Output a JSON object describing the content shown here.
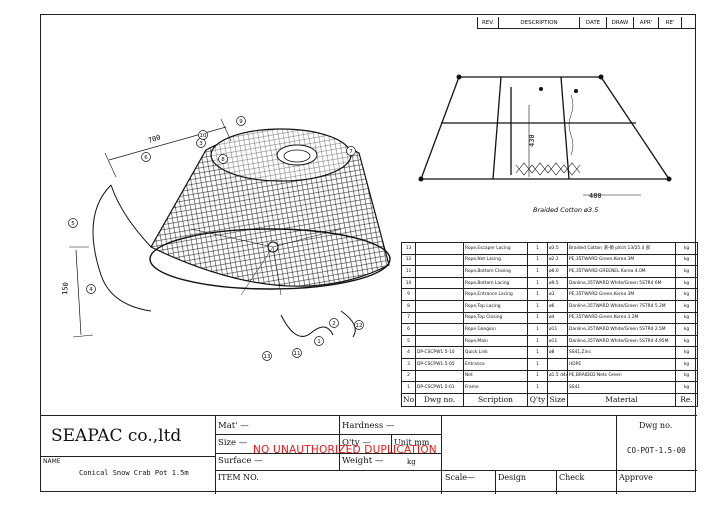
{
  "revision_header": {
    "rev": "REV.",
    "description": "DESCRIPTION",
    "date": "DATE",
    "draw": "DRAW",
    "apr": "APR'",
    "re": "RE'"
  },
  "dimensions": {
    "top_width": "700",
    "height_left": "150",
    "vertical": "430",
    "horizontal": "480",
    "frame_note": "Braided Cotton  ø3.5"
  },
  "callouts": [
    "1",
    "2",
    "3",
    "4",
    "5",
    "6",
    "7",
    "8",
    "9",
    "10",
    "11",
    "12",
    "13"
  ],
  "parts_table": {
    "headers": {
      "no": "No",
      "dwg": "Dwg no.",
      "desc": "Scription",
      "qty": "Q'ty",
      "size": "Size",
      "material": "Material",
      "re": "Re."
    },
    "rows": [
      {
        "no": "13",
        "dwg": "",
        "desc": "Rope,Escaper Lacing",
        "qty": "1",
        "size": "ø3.5",
        "material": "Braided Cotton 道-頓 pitch 13/25.4 部",
        "re": "kg"
      },
      {
        "no": "12",
        "dwg": "",
        "desc": "Rope,Net Lacing",
        "qty": "1",
        "size": "ø2.2",
        "material": "PE,35TWARD Green,Korea 3M",
        "re": "kg"
      },
      {
        "no": "11",
        "dwg": "",
        "desc": "Rope,Bottom Closing",
        "qty": "1",
        "size": "ø6.0",
        "material": "PE,35TWARD GREENEL Korea 4.0M",
        "re": "kg"
      },
      {
        "no": "10",
        "dwg": "",
        "desc": "Rope,Bottom Lacing",
        "qty": "1",
        "size": "ø9.5",
        "material": "Danline,35TWARD White/Green 5STR4 6M",
        "re": "kg"
      },
      {
        "no": "9",
        "dwg": "",
        "desc": "Rope,Entrance Lacing",
        "qty": "1",
        "size": "ø3",
        "material": "PE,35TWARD Green,Korea 3M",
        "re": "kg"
      },
      {
        "no": "8",
        "dwg": "",
        "desc": "Rope,Top Lacing",
        "qty": "1",
        "size": "ø6",
        "material": "Danline,35TWARD White/Green 7STR4 5.2M",
        "re": "kg"
      },
      {
        "no": "7",
        "dwg": "",
        "desc": "Rope,Top Closing",
        "qty": "1",
        "size": "ø4",
        "material": "PE,35TWARD Green,Korea 3.2M",
        "re": "kg"
      },
      {
        "no": "6",
        "dwg": "",
        "desc": "Rope Gangion",
        "qty": "1",
        "size": "ø11",
        "material": "Danline,35TWARD White/Green 5STR4 2.5M",
        "re": "kg"
      },
      {
        "no": "5",
        "dwg": "",
        "desc": "Rope,Main",
        "qty": "1",
        "size": "ø11",
        "material": "Danline,35TWARD White/Green 5STR4 4.95M",
        "re": "kg"
      },
      {
        "no": "4",
        "dwg": "DP-CSCPW1.5-10",
        "desc": "Quick Link",
        "qty": "1",
        "size": "ø8",
        "material": "SS41,Zinc",
        "re": "kg"
      },
      {
        "no": "3",
        "dwg": "DP-CSCPW1.5-05",
        "desc": "Entrance",
        "qty": "1",
        "size": "",
        "material": "HDPE",
        "re": "kg"
      },
      {
        "no": "2",
        "dwg": "",
        "desc": "Net",
        "qty": "1",
        "size": "ø1.5 d4x5",
        "material": "PE,BRAIDED Nets Green",
        "re": "kg"
      },
      {
        "no": "1",
        "dwg": "DP-CSCPW1.5-01",
        "desc": "Frame",
        "qty": "1",
        "size": "",
        "material": "SS41",
        "re": "kg"
      }
    ]
  },
  "title_block": {
    "company": "SEAPAC co.,ltd",
    "mat": "Mat' —",
    "size": "Size —",
    "surface": "Surface —",
    "hardness": "Hardness —",
    "qty": "Q'ty —",
    "unit": "Unit   mm",
    "weight": "Weight —",
    "kg": "kg",
    "name_label": "NAME",
    "name_value": "Conical Snow Crab Pot 1.5m",
    "item_no": "ITEM NO.",
    "dwg_no_label": "Dwg no.",
    "dwg_no_value": "CO-POT-1.5-00",
    "scale": "Scale—",
    "design": "Design",
    "check": "Check",
    "approve": "Approve"
  },
  "watermark": "NO UNAUTHORIZED DUPLICATION"
}
